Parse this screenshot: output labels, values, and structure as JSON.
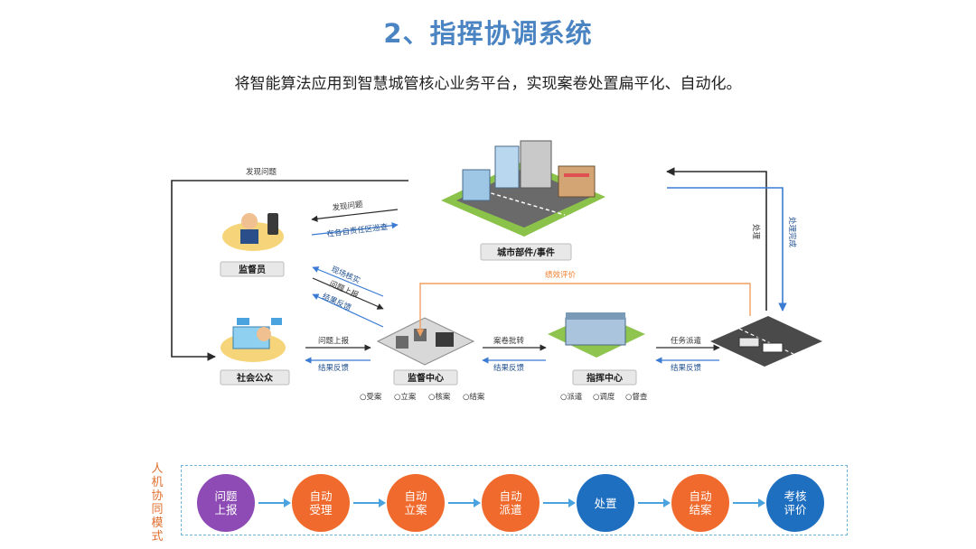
{
  "header": {
    "title": "2、指挥协调系统",
    "subtitle": "将智能算法应用到智慧城管核心业务平台，实现案卷处置扁平化、自动化。"
  },
  "diagram": {
    "nodes": {
      "city": "城市部件/事件",
      "supervisor": "监督员",
      "public": "社会公众",
      "supervision_center": "监督中心",
      "command_center": "指挥中心"
    },
    "edges": {
      "found_problem_top": "发现问题",
      "found_problem": "发现问题",
      "in_charge_area": "在各自责任区巡查",
      "site_verify": "现场核实",
      "problem_report_1": "问题上报",
      "result_feedback_1": "结果反馈",
      "problem_report_2": "问题上报",
      "result_feedback_2": "结果反馈",
      "case_transfer": "案卷批转",
      "result_feedback_3": "结果反馈",
      "task_dispatch": "任务派遣",
      "result_feedback_4": "结果反馈",
      "performance_eval": "绩效评价",
      "handle": "处理",
      "handle_done": "处理完成"
    },
    "supervision_steps": [
      "○受案",
      "○立案",
      "○核案",
      "○结案"
    ],
    "command_steps": [
      "○派遣",
      "○调度",
      "○督查"
    ]
  },
  "mode": {
    "label": "人机协同模式",
    "steps": [
      {
        "text": "问题\n上报",
        "color": "#8e4bb5"
      },
      {
        "text": "自动\n受理",
        "color": "#ef6a2c"
      },
      {
        "text": "自动\n立案",
        "color": "#ef6a2c"
      },
      {
        "text": "自动\n派遣",
        "color": "#ef6a2c"
      },
      {
        "text": "处置",
        "color": "#1f6fc1"
      },
      {
        "text": "自动\n结案",
        "color": "#ef6a2c"
      },
      {
        "text": "考核\n评价",
        "color": "#1f6fc1"
      }
    ]
  }
}
